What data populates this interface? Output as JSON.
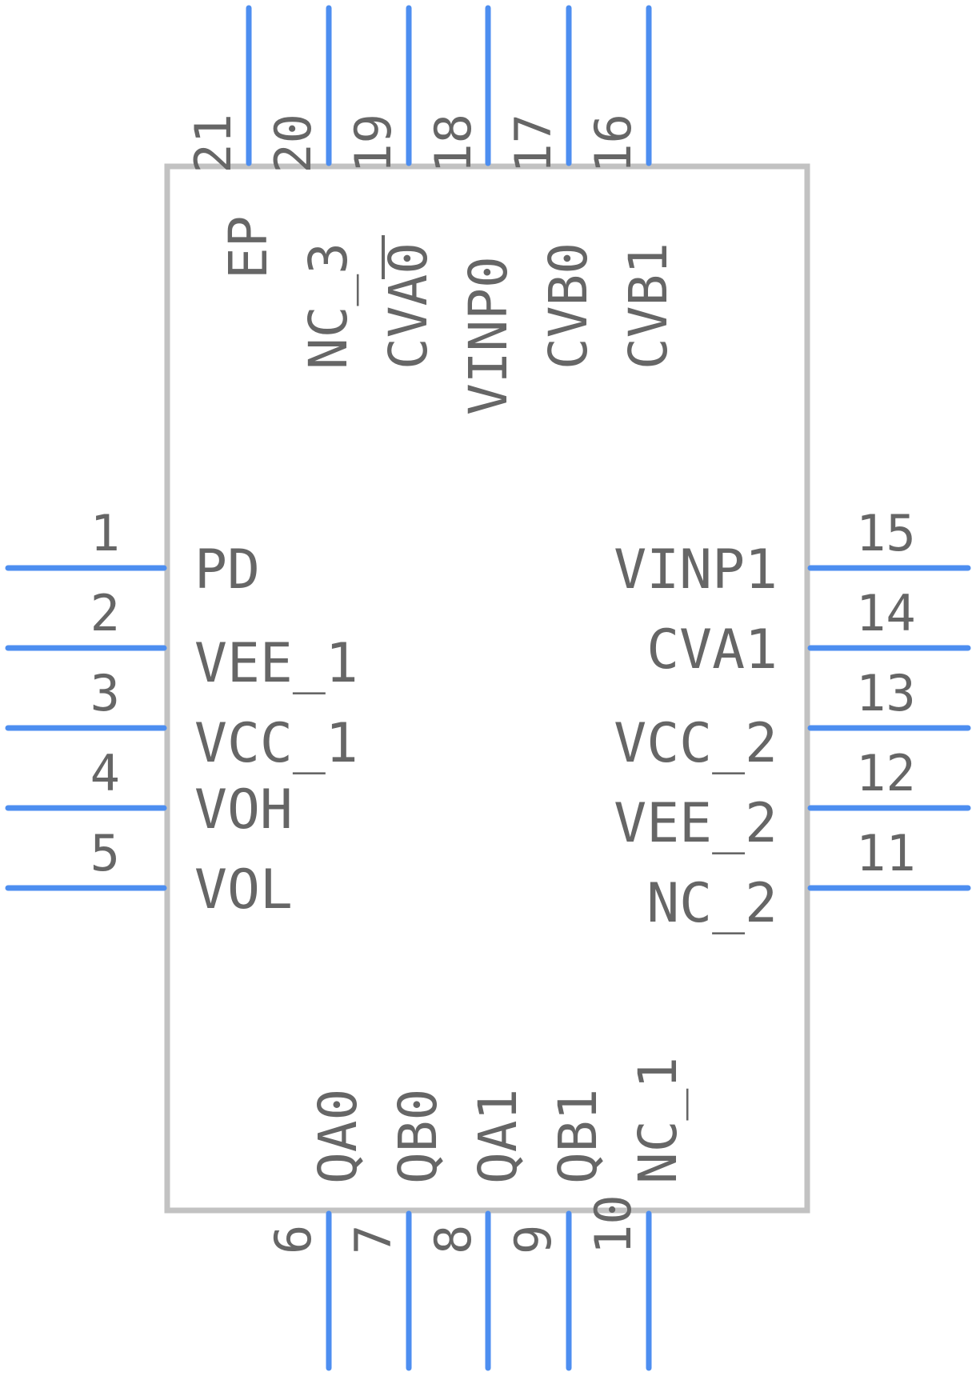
{
  "colors": {
    "pin": "#4d8ef0",
    "body_outline": "#c2c2c2",
    "text": "#666666",
    "background": "#ffffff"
  },
  "pins": {
    "left": [
      {
        "number": "1",
        "name": "PD"
      },
      {
        "number": "2",
        "name": "VEE_1"
      },
      {
        "number": "3",
        "name": "VCC_1"
      },
      {
        "number": "4",
        "name": "VOH"
      },
      {
        "number": "5",
        "name": "VOL"
      }
    ],
    "right": [
      {
        "number": "15",
        "name": "VINP1"
      },
      {
        "number": "14",
        "name": "CVA1"
      },
      {
        "number": "13",
        "name": "VCC_2"
      },
      {
        "number": "12",
        "name": "VEE_2"
      },
      {
        "number": "11",
        "name": "NC_2"
      }
    ],
    "top": [
      {
        "number": "21",
        "name": "EP"
      },
      {
        "number": "20",
        "name": "NC_3"
      },
      {
        "number": "19",
        "name": "CVA0",
        "overline": true
      },
      {
        "number": "18",
        "name": "VINP0"
      },
      {
        "number": "17",
        "name": "CVB0"
      },
      {
        "number": "16",
        "name": "CVB1"
      }
    ],
    "bottom": [
      {
        "number": "6",
        "name": "QA0"
      },
      {
        "number": "7",
        "name": "QB0"
      },
      {
        "number": "8",
        "name": "QA1"
      },
      {
        "number": "9",
        "name": "QB1"
      },
      {
        "number": "10",
        "name": "NC_1"
      }
    ]
  }
}
